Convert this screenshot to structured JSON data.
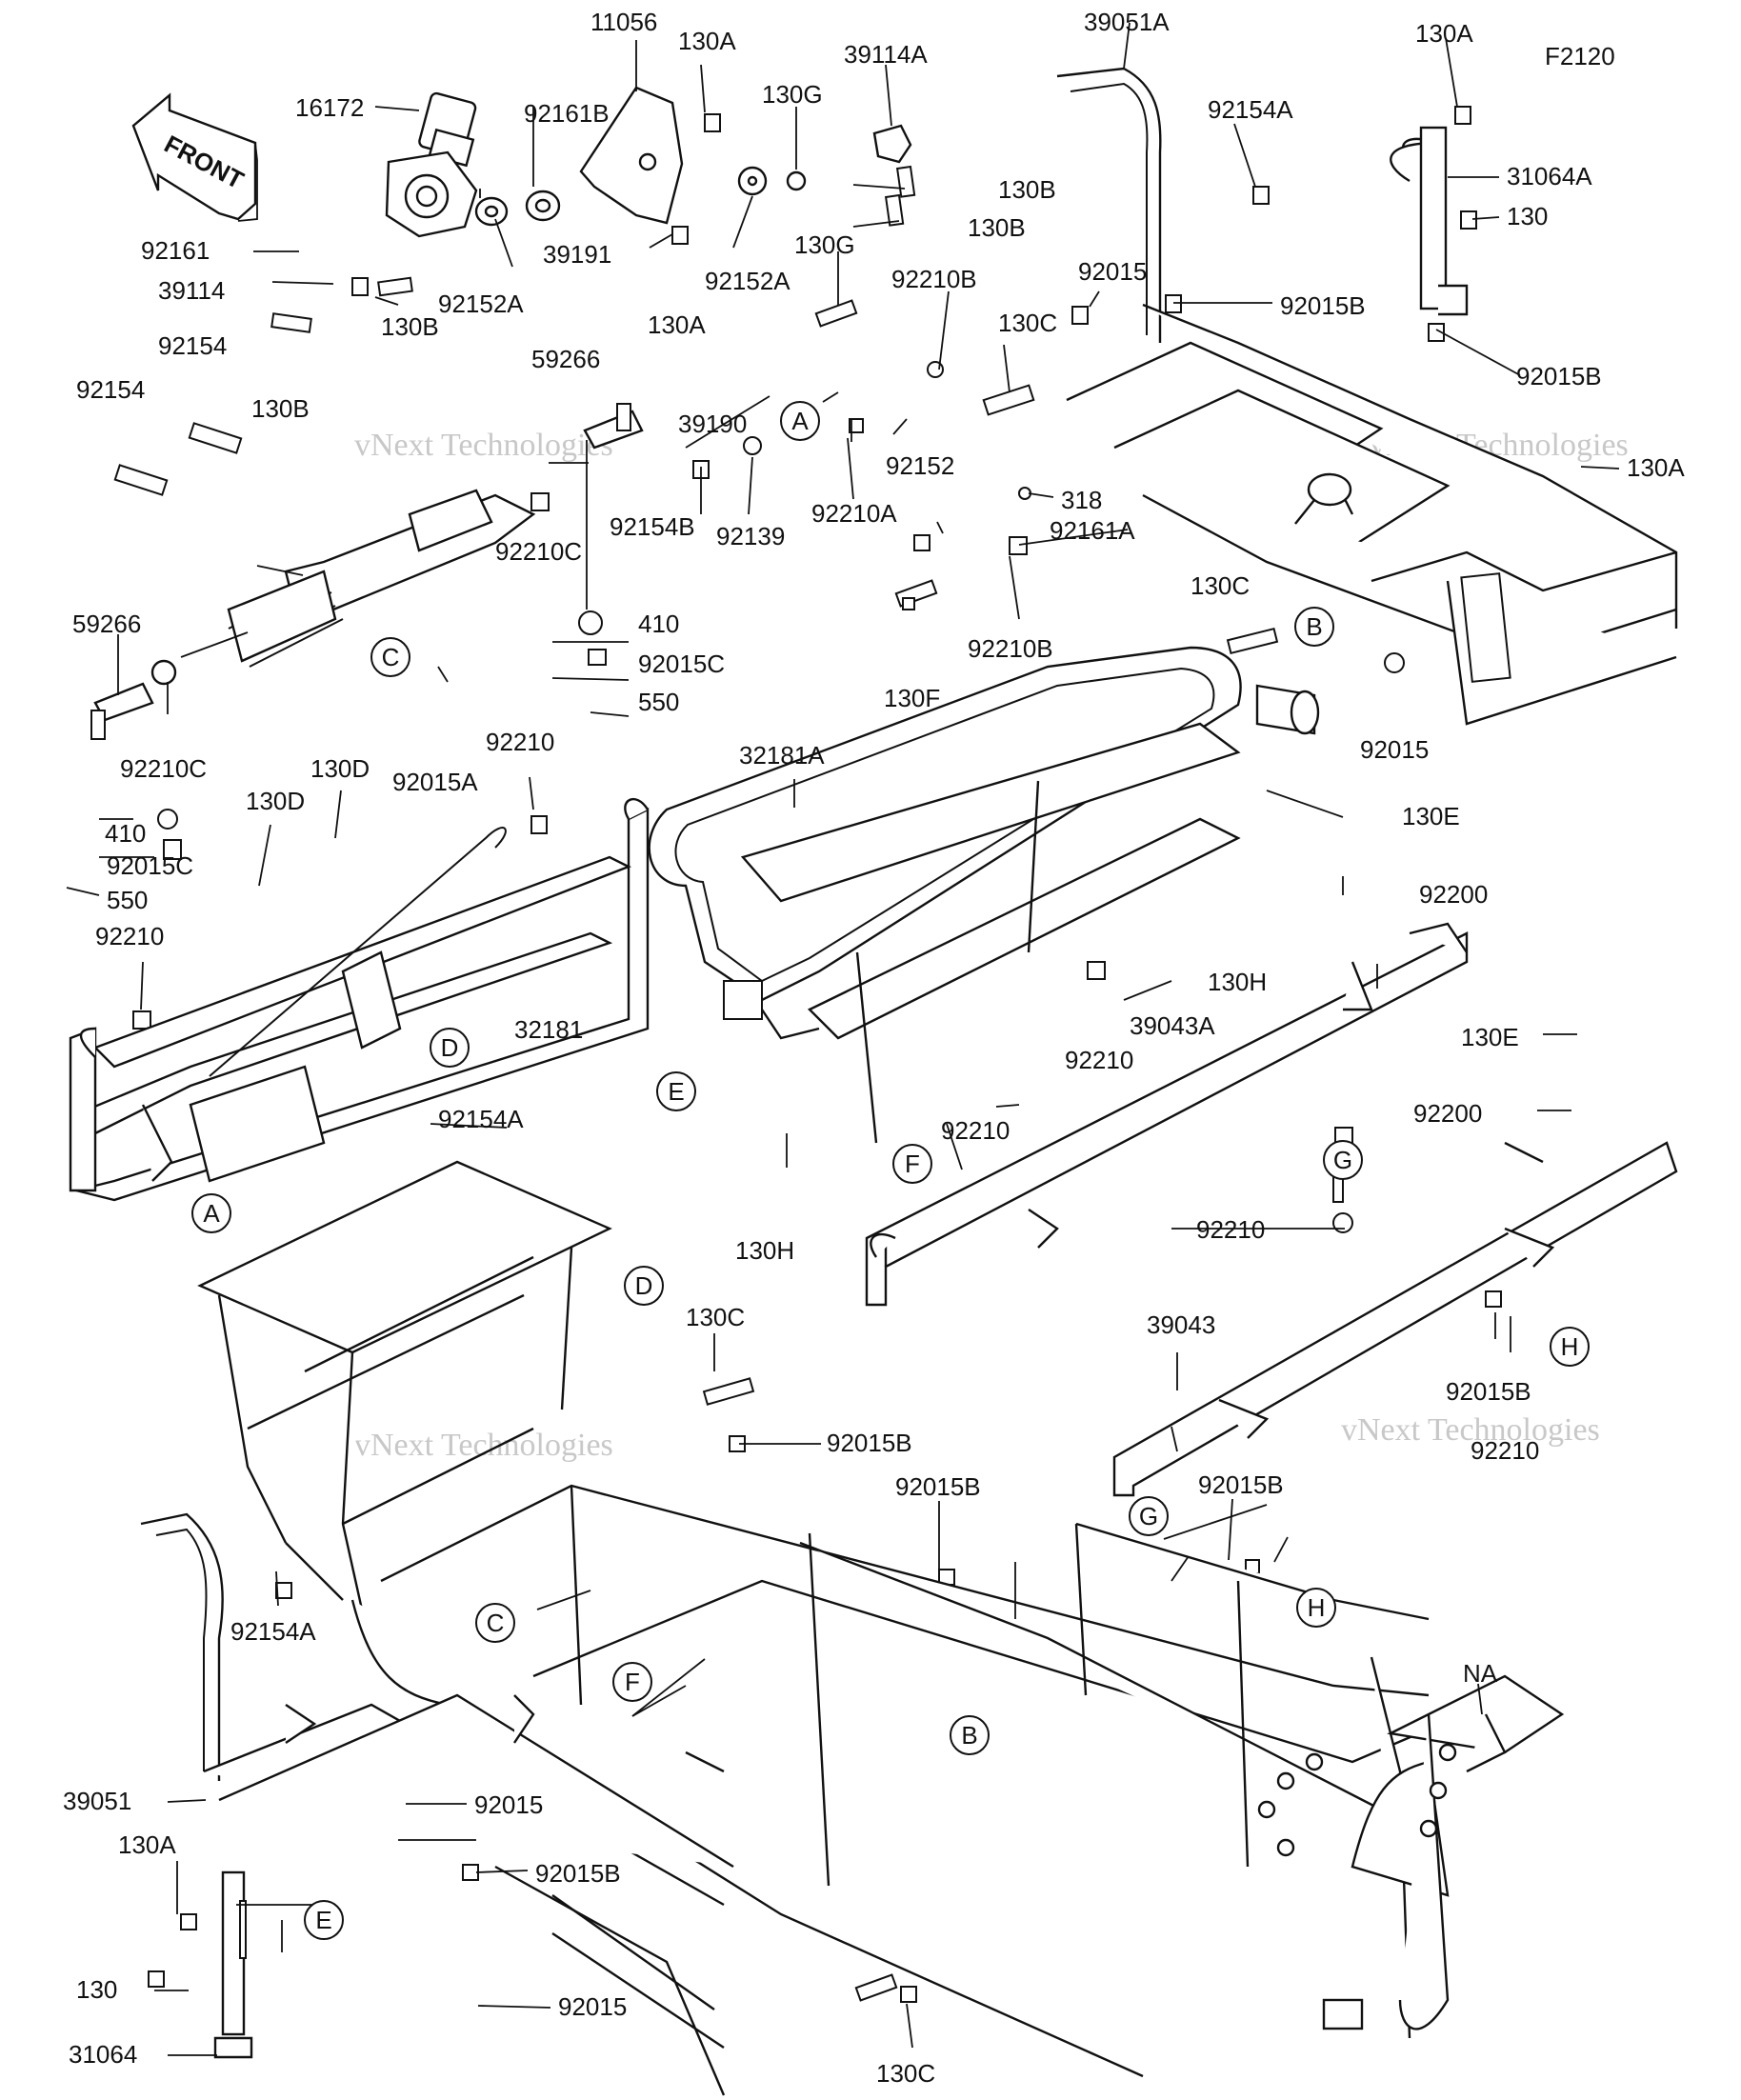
{
  "figure_code": "F2120",
  "front_arrow_label": "FRONT",
  "watermarks": [
    "vNext Technologies",
    "vNext Technologies",
    "vNext Technologies",
    "vNext Technologies"
  ],
  "callouts": [
    "A",
    "B",
    "C",
    "D",
    "E",
    "F",
    "G",
    "H"
  ],
  "part_labels": [
    "11056",
    "130A",
    "130G",
    "39114A",
    "39051A",
    "130A",
    "92154A",
    "31064A",
    "130",
    "16172",
    "92161B",
    "130B",
    "130B",
    "92161",
    "39114",
    "92152A",
    "130A",
    "92152A",
    "39191",
    "130B",
    "92154",
    "92154",
    "130B",
    "59266",
    "130G",
    "92210B",
    "130C",
    "92015",
    "92015B",
    "92015B",
    "39190",
    "92152",
    "92139",
    "92154B",
    "92210A",
    "92210C",
    "318",
    "92161A",
    "92210B",
    "130F",
    "410",
    "92015C",
    "550",
    "59266",
    "92210C",
    "92015A",
    "410",
    "92015C",
    "550",
    "130A",
    "130C",
    "92015",
    "92210",
    "130D",
    "130D",
    "32181A",
    "130E",
    "92200",
    "130H",
    "92210",
    "32181",
    "92154A",
    "92210",
    "39043A",
    "130E",
    "92200",
    "92210",
    "130H",
    "92210",
    "39043",
    "92015B",
    "92210",
    "130C",
    "92015B",
    "92015B",
    "92015B",
    "92154A",
    "NA",
    "39051",
    "92015",
    "130A",
    "92015B",
    "130",
    "92015",
    "31064",
    "130C"
  ]
}
